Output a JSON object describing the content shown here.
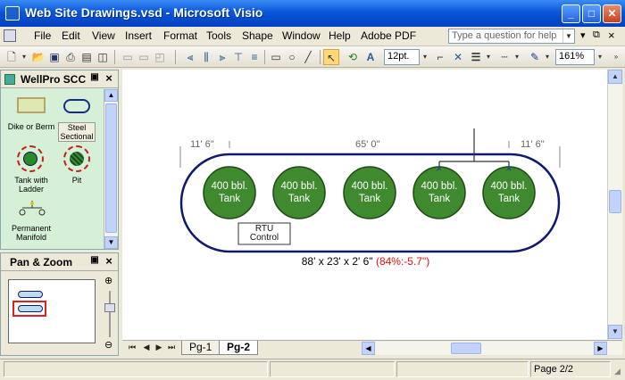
{
  "window": {
    "title": "Web Site Drawings.vsd - Microsoft Visio"
  },
  "menu": [
    "File",
    "Edit",
    "View",
    "Insert",
    "Format",
    "Tools",
    "Shape",
    "Window",
    "Help",
    "Adobe PDF"
  ],
  "help_box": {
    "placeholder": "Type a question for help"
  },
  "toolbar": {
    "font_size": "12pt.",
    "zoom": "161%"
  },
  "shapes_pane": {
    "title": "WellPro SCC",
    "masters": [
      {
        "label": "Dike or Berm"
      },
      {
        "label": "Steel Sectional"
      },
      {
        "label": "Tank with Ladder"
      },
      {
        "label": "Pit"
      },
      {
        "label": "Permanent Manifold"
      }
    ]
  },
  "pan_zoom": {
    "title": "Pan & Zoom"
  },
  "drawing": {
    "dim_left": "11' 6\"",
    "dim_center": "65' 0\"",
    "dim_right": "11' 6\"",
    "tanks": [
      "400 bbl. Tank",
      "400 bbl. Tank",
      "400 bbl. Tank",
      "400 bbl. Tank",
      "400 bbl. Tank"
    ],
    "rtu_label": "RTU Control",
    "size_text": "88' x 23' x 2' 6\"",
    "size_pct": "(84%:-5.7\")"
  },
  "pages": [
    "Pg-1",
    "Pg-2"
  ],
  "status": {
    "page": "Page 2/2"
  },
  "colors": {
    "tank_fill": "#3f8a2e",
    "dike_stroke": "#10196e",
    "pct_color": "#e01010"
  }
}
